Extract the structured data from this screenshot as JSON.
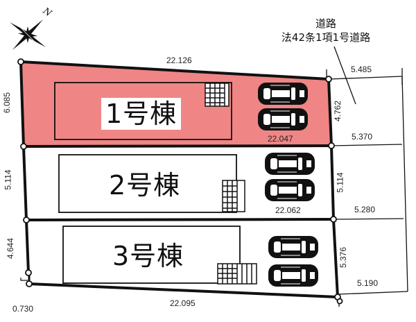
{
  "compass": {
    "label": "N",
    "icon": "compass-rose-icon"
  },
  "road": {
    "line1": "道路",
    "line2": "法42条1項1号道路"
  },
  "colors": {
    "highlight_lot": "#ef8585",
    "line": "#111111",
    "background": "#ffffff"
  },
  "lots": [
    {
      "name": "1号棟",
      "highlighted": true,
      "top_length": "22.126",
      "bottom_length": "22.047",
      "left_depth": "6.085",
      "right_frontage": "4.762",
      "road_offset_top": "5.485",
      "parking_spaces": 2
    },
    {
      "name": "2号棟",
      "highlighted": false,
      "bottom_length": "22.062",
      "left_depth": "5.114",
      "right_frontage": "5.114",
      "road_offset_top": "5.370",
      "parking_spaces": 2
    },
    {
      "name": "3号棟",
      "highlighted": false,
      "bottom_length": "22.095",
      "left_depth": "4.644",
      "right_frontage": "5.376",
      "road_offset_top": "5.280",
      "road_offset_bottom": "5.190",
      "corner_offset": "0.730",
      "parking_spaces": 2
    }
  ]
}
